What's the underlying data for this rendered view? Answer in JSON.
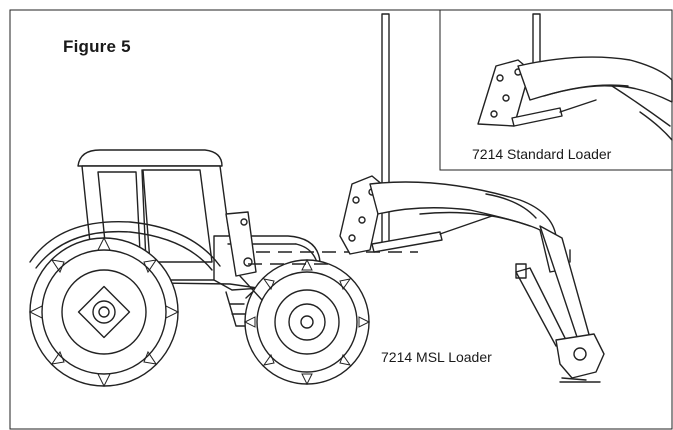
{
  "figure": {
    "title": "Figure 5",
    "labels": {
      "standard_loader": "7214 Standard Loader",
      "msl_loader": "7214 MSL Loader"
    }
  },
  "colors": {
    "line": "#222222",
    "background": "#ffffff"
  }
}
